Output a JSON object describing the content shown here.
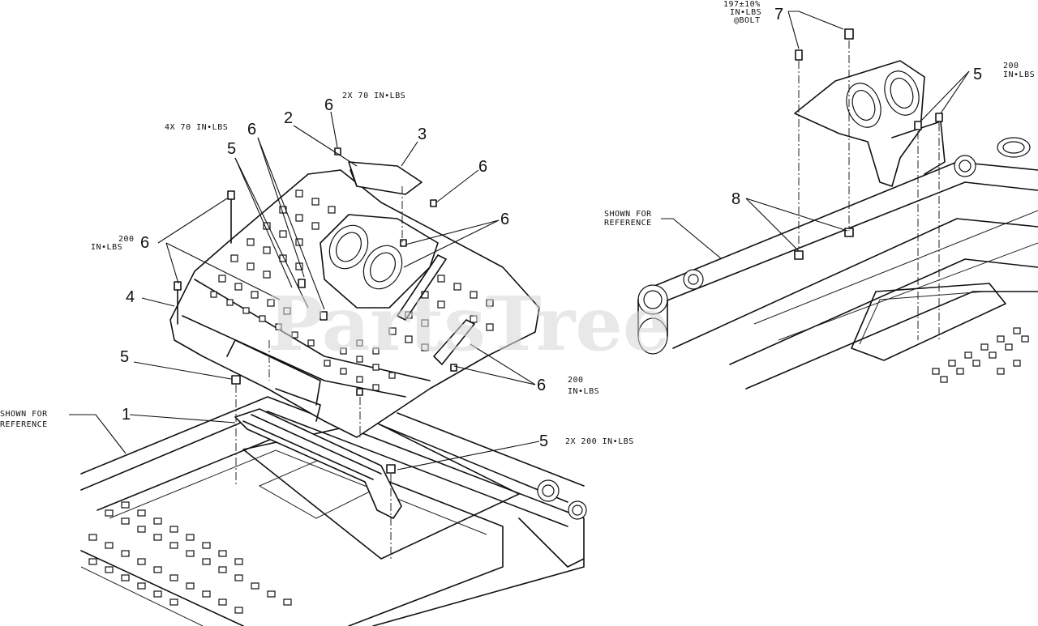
{
  "watermark": "PartsTree",
  "callouts": [
    "1",
    "2",
    "3",
    "4",
    "5",
    "5",
    "5",
    "5",
    "6",
    "6",
    "6",
    "6",
    "6",
    "6",
    "7",
    "8"
  ],
  "notes": {
    "two_x_70": "2X 70 IN•LBS",
    "four_x_70": "4X 70 IN•LBS",
    "left_200_a": "200",
    "left_200_b": "IN•LBS",
    "mid_200_a": "200",
    "mid_200_b": "IN•LBS",
    "two_x_200": "2X 200 IN•LBS",
    "ref_left_a": "SHOWN FOR",
    "ref_left_b": "REFERENCE",
    "ref_right_a": "SHOWN FOR",
    "ref_right_b": "REFERENCE",
    "torque7_a": "197±10%",
    "torque7_b": "IN•LBS",
    "torque7_c": "@BOLT",
    "right_200_a": "200",
    "right_200_b": "IN•LBS"
  }
}
